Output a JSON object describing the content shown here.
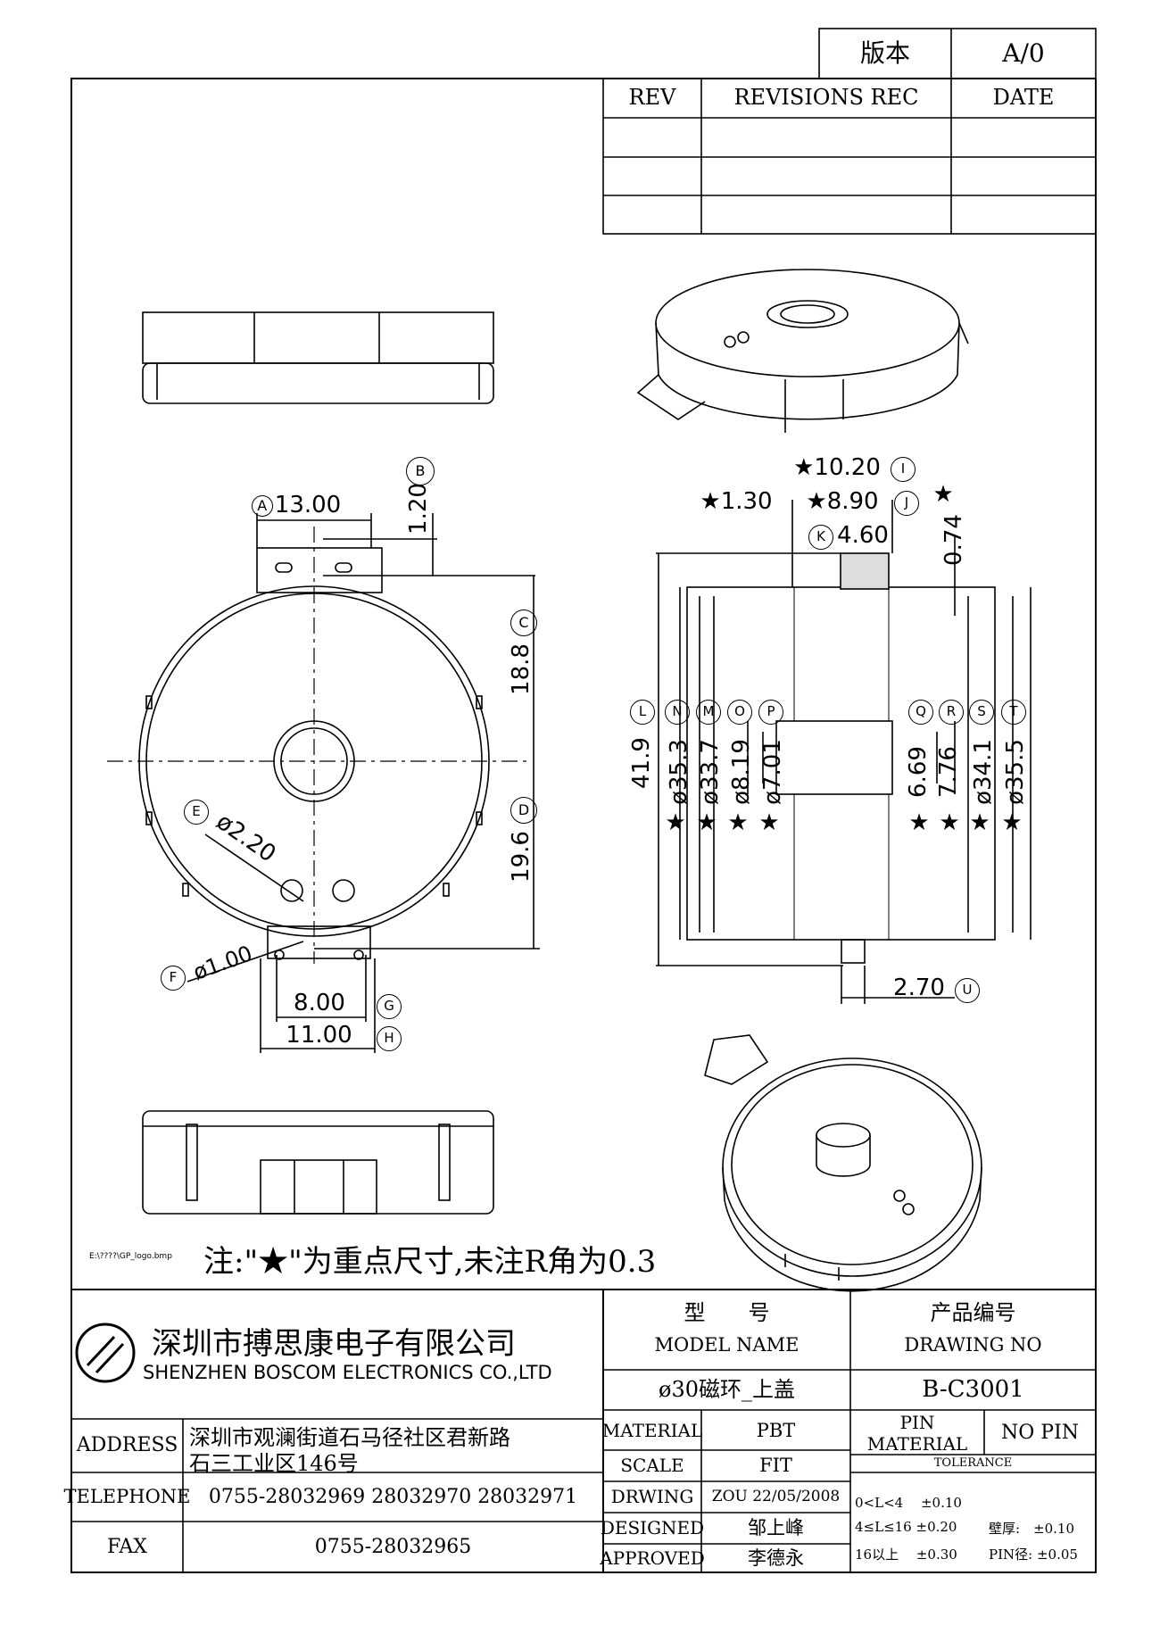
{
  "version": {
    "label": "版本",
    "value": "A/0"
  },
  "revisions": {
    "rev": "REV",
    "rec": "REVISIONS REC",
    "date": "DATE"
  },
  "dims": {
    "A": "A",
    "a_val": "13.00",
    "B": "B",
    "b_val": "1.20",
    "C": "C",
    "c_val": "18.8",
    "D": "D",
    "d_val": "19.6",
    "E": "E",
    "e_val": "ø2.20",
    "F": "F",
    "f_val": "ø1.00",
    "G": "G",
    "g_val": "8.00",
    "H": "H",
    "h_val": "11.00",
    "I": "I",
    "i_val": "★10.20",
    "J": "J",
    "j_val": "★8.90",
    "J_star": "★",
    "star130": "★1.30",
    "K": "K",
    "k_val": "4.60",
    "v074": "0.74",
    "L": "L",
    "l_val": "41.9",
    "N": "N",
    "n_val": "ø35.3",
    "M": "M",
    "m_val": "ø33.7",
    "O": "O",
    "o_val": "ø8.19",
    "P": "P",
    "p_val": "ø7.01",
    "Q": "Q",
    "q_val": "6.69",
    "R": "R",
    "r_val": "7.76",
    "S": "S",
    "s_val": "ø34.1",
    "T": "T",
    "t_val": "ø35.5",
    "U": "U",
    "u_val": "2.70",
    "star": "★"
  },
  "logo_path": "E:\\????\\GP_logo.bmp",
  "note": "注:\"★\"为重点尺寸,未注R角为0.3",
  "company": {
    "cn": "深圳市搏思康电子有限公司",
    "en": "SHENZHEN BOSCOM ELECTRONICS CO.,LTD"
  },
  "model": {
    "label_cn": "型　　号",
    "label_en": "MODEL NAME",
    "value": "ø30磁环_上盖"
  },
  "drawing": {
    "label_cn": "产品编号",
    "label_en": "DRAWING NO",
    "value": "B-C3001"
  },
  "address": {
    "label": "ADDRESS",
    "line1": "深圳市观澜街道石马径社区君新路",
    "line2": "石三工业区146号"
  },
  "telephone": {
    "label": "TELEPHONE",
    "value": "0755-28032969  28032970  28032971"
  },
  "fax": {
    "label": "FAX",
    "value": "0755-28032965"
  },
  "material": {
    "label": "MATERIAL",
    "value": "PBT"
  },
  "scale": {
    "label": "SCALE",
    "value": "FIT"
  },
  "drwing": {
    "label": "DRWING",
    "value": "ZOU 22/05/2008"
  },
  "designed": {
    "label": "DESIGNED",
    "value": "邹上峰"
  },
  "approved": {
    "label": "APPROVED",
    "value": "李德永"
  },
  "pin": {
    "label1": "PIN",
    "label2": "MATERIAL",
    "value": "NO PIN"
  },
  "tolerance": {
    "label": "TOLERANCE",
    "r1": "0<L<4　 ±0.10",
    "r2": "4≤L≤16 ±0.20",
    "r3": "16以上　 ±0.30",
    "wall": "壁厚:　±0.10",
    "pin": "PIN径: ±0.05"
  }
}
